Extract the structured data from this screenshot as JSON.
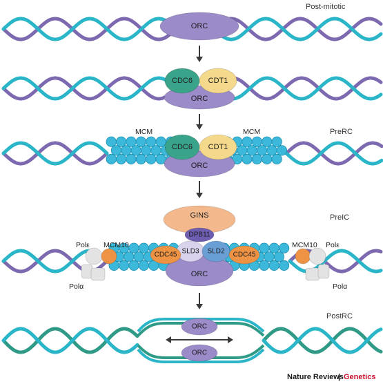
{
  "stages": {
    "s1": "Post-mitotic",
    "s3": "PreRC",
    "s4": "PreIC",
    "s5": "PostRC"
  },
  "proteins": {
    "orc": "ORC",
    "cdc6": "CDC6",
    "cdt1": "CDT1",
    "mcm": "MCM",
    "gins": "GINS",
    "dpb11": "DPB11",
    "sld3": "SLD3",
    "sld2": "SLD2",
    "cdc45": "CDC45",
    "mcm10": "MCM10",
    "pol_epsilon": "Polε",
    "pol_alpha": "Polα"
  },
  "footer": {
    "journal": "Nature Reviews",
    "separator": "|",
    "section": "Genetics"
  },
  "colors": {
    "strand_a": "#2bb5c8",
    "strand_b": "#7d69b0",
    "strand_new": "#2f9a86",
    "orc": "#9b8bc9",
    "cdc6": "#3aa48a",
    "cdt1": "#f4d88c",
    "mcm": "#3cb8da",
    "gins": "#f3b98d",
    "dpb11": "#6e5db0",
    "sld3": "#d8d2ec",
    "sld2": "#6a9fd6",
    "cdc45": "#ee9343",
    "pol": "#e3e3e3",
    "arrow": "#3a3a3a"
  }
}
